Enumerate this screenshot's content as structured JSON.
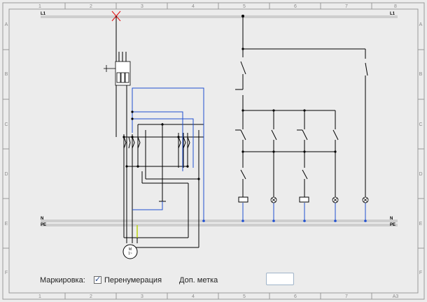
{
  "frame": {
    "col_labels": [
      "1",
      "2",
      "3",
      "4",
      "5",
      "6",
      "7",
      "8"
    ],
    "row_labels": [
      "A",
      "B",
      "C",
      "D",
      "E",
      "F"
    ],
    "sheet_corner": "A3"
  },
  "rails": {
    "top_left": "L1",
    "top_right": "L1",
    "n_left": "N",
    "pe_left": "PE",
    "n_right": "N",
    "pe_right": "PE"
  },
  "motor": {
    "label_line1": "M",
    "label_line2": "1~"
  },
  "colors": {
    "wire": "#000000",
    "wire_blue": "#1f4fd0",
    "earth": "#b8d400",
    "cross": "#e02020",
    "frame": "#9a9a9a"
  },
  "bottom_bar": {
    "marking_label": "Маркировка:",
    "renumber_checked": true,
    "renumber_label": "Перенумерация",
    "extra_label": "Доп. метка",
    "extra_value": ""
  }
}
